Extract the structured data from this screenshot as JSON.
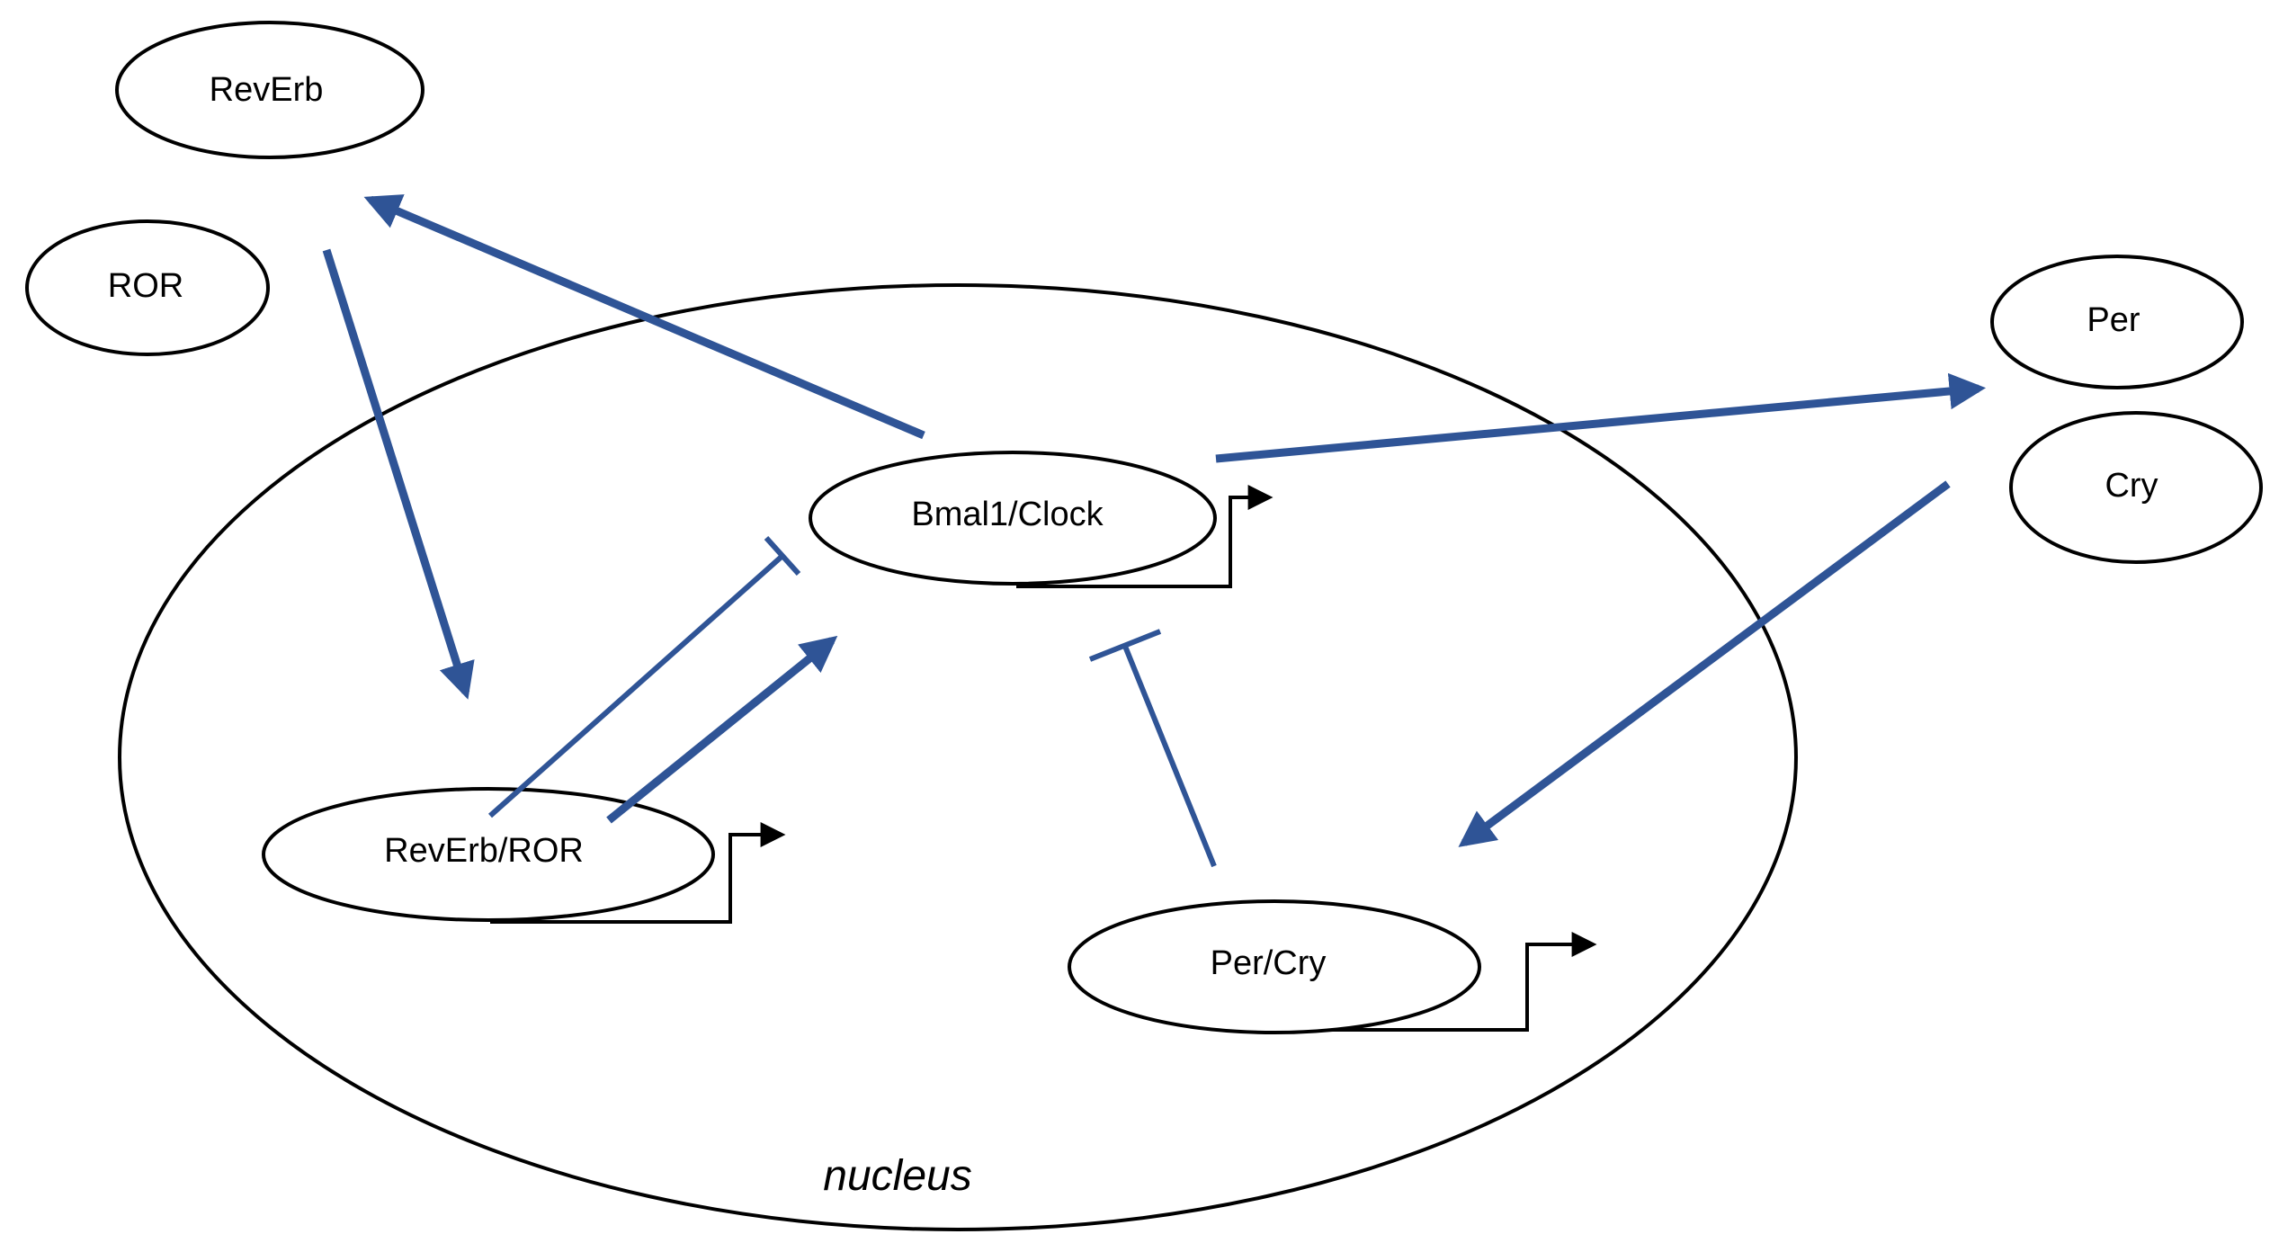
{
  "diagram": {
    "compartment": {
      "label": "nucleus"
    },
    "nodes": {
      "reverb": "RevErb",
      "ror": "ROR",
      "per": "Per",
      "cry": "Cry",
      "bmal1_clock": "Bmal1/Clock",
      "reverb_ror": "RevErb/ROR",
      "per_cry": "Per/Cry"
    },
    "edges": [
      {
        "from": "bmal1_clock",
        "to": "reverb / ror",
        "type": "activation"
      },
      {
        "from": "bmal1_clock",
        "to": "per / cry",
        "type": "activation"
      },
      {
        "from": "reverb / ror",
        "to": "reverb_ror",
        "type": "activation"
      },
      {
        "from": "per / cry",
        "to": "per_cry",
        "type": "activation"
      },
      {
        "from": "reverb_ror",
        "to": "bmal1_clock",
        "type": "activation"
      },
      {
        "from": "reverb_ror",
        "to": "bmal1_clock",
        "type": "inhibition"
      },
      {
        "from": "per_cry",
        "to": "bmal1_clock",
        "type": "inhibition"
      }
    ],
    "colors": {
      "edge": "#2f5496",
      "outline": "#000000",
      "background": "#ffffff"
    }
  }
}
